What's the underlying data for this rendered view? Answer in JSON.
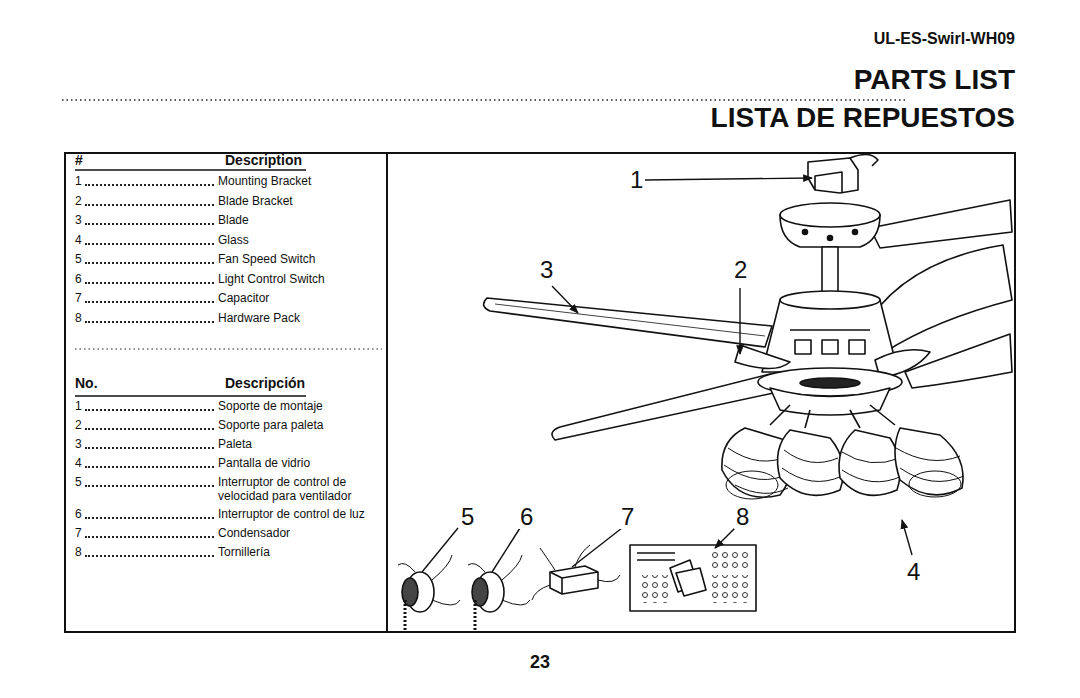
{
  "diagram": {
    "title": "PARTS LIST",
    "labels": [
      "UL-ES-Swirl-WH09",
      "LISTA DE REPUESTOS",
      "#",
      "Description",
      "1",
      "Mounting Bracket",
      "2",
      "Blade Bracket",
      "3",
      "Blade",
      "4",
      "Glass",
      "5",
      "Fan Speed Switch",
      "6",
      "Light Control Switch",
      "7",
      "Capacitor",
      "8",
      "Hardware Pack",
      "No.",
      "Descripción",
      "1",
      "Soporte de montaje",
      "2",
      "Soporte para paleta",
      "3",
      "Paleta",
      "4",
      "Pantalla de vidrio",
      "5",
      "Interruptor de control de velocidad para ventilador",
      "6",
      "Interruptor de control de luz",
      "7",
      "Condensador",
      "8",
      "Tornillería",
      "1",
      "3",
      "2",
      "5",
      "6",
      "7",
      "8",
      "4",
      "23"
    ]
  }
}
